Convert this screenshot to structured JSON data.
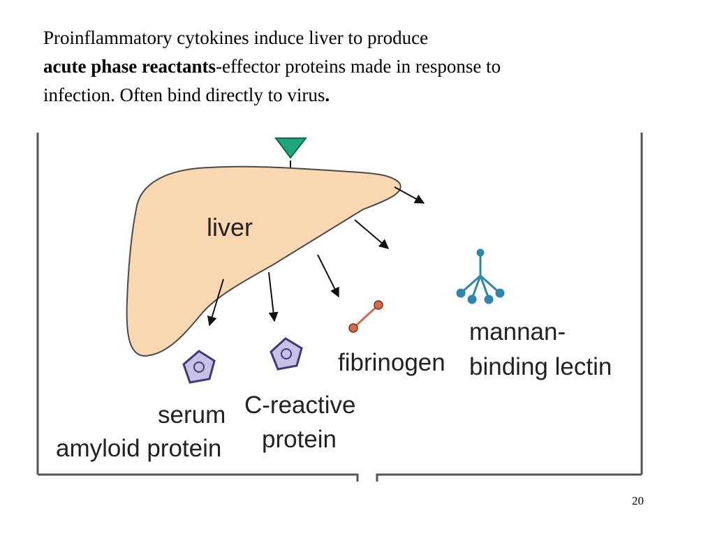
{
  "heading": {
    "line1": "Proinflammatory cytokines induce liver to produce",
    "term": "acute phase reactants",
    "line2_rest": "-effector proteins made in response to",
    "line3_text": "infection. Often bind directly to virus",
    "line3_end": "."
  },
  "diagram": {
    "liver_label": "liver",
    "proteins": {
      "serum_amyloid": [
        "serum",
        "amyloid protein"
      ],
      "c_reactive": [
        "C-reactive",
        "protein"
      ],
      "fibrinogen": [
        "fibrinogen"
      ],
      "mannan_binding_lectin": [
        "mannan-",
        "binding lectin"
      ]
    },
    "colors": {
      "liver_fill": "#F9D7B1",
      "liver_stroke": "#4A4A4A",
      "cytokine_triangle": "#1FA67A",
      "pentagon_fill": "#C9C0E6",
      "pentagon_stroke": "#3B3B7A",
      "fibrinogen": "#D46B4A",
      "lectin": "#2E86B0",
      "frame": "#555555"
    }
  },
  "footer": {
    "slide_number": "20"
  }
}
